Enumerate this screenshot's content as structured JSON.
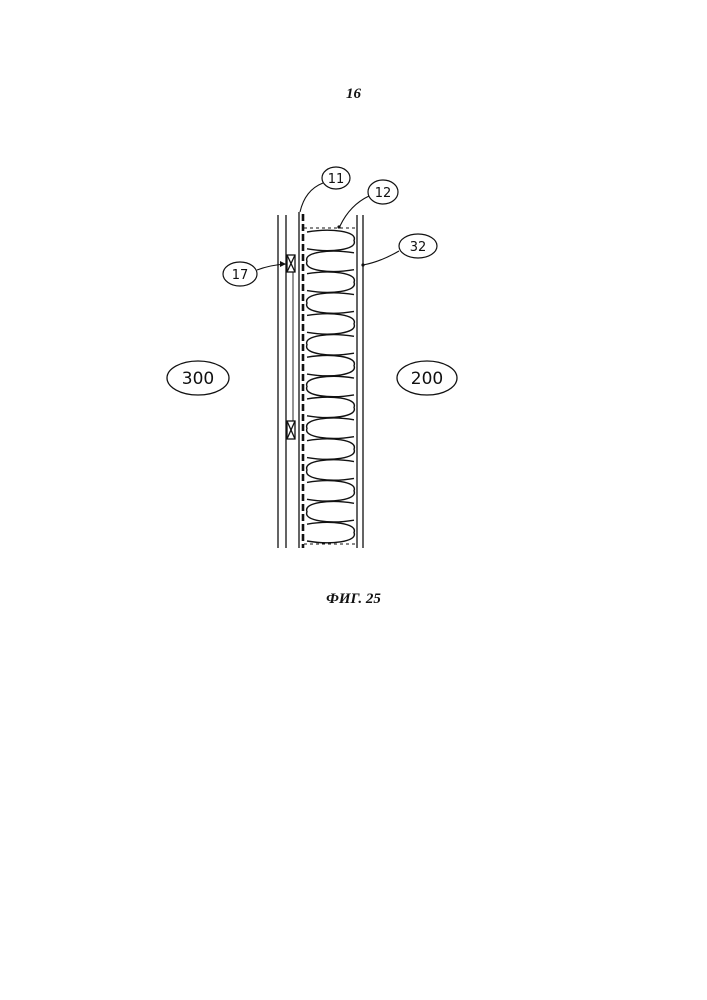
{
  "page": {
    "number": "16",
    "caption": "ФИГ. 25"
  },
  "callouts": [
    {
      "id": "wall-element",
      "label": "11"
    },
    {
      "id": "insulation",
      "label": "12"
    },
    {
      "id": "inner-panel",
      "label": "32"
    },
    {
      "id": "battens",
      "label": "17"
    },
    {
      "id": "exterior-side",
      "label": "300"
    },
    {
      "id": "interior-side",
      "label": "200"
    }
  ]
}
